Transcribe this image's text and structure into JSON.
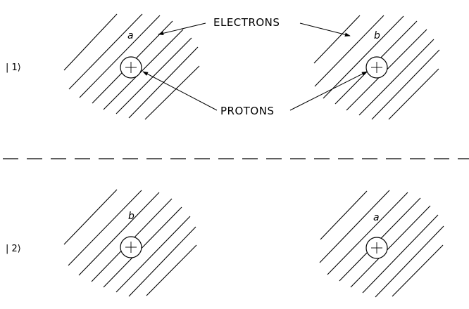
{
  "states": [
    {
      "ket": "| 1⟩",
      "atoms": [
        {
          "label": "a"
        },
        {
          "label": "b"
        }
      ]
    },
    {
      "ket": "| 2⟩",
      "atoms": [
        {
          "label": "b"
        },
        {
          "label": "a"
        }
      ]
    }
  ],
  "callouts": {
    "electrons": "ELECTRONS",
    "protons": "PROTONS"
  },
  "proton_symbol": "+",
  "icons": {
    "electron_cloud": "hatched-electron-cloud-icon",
    "proton": "circled-plus-proton-icon"
  }
}
